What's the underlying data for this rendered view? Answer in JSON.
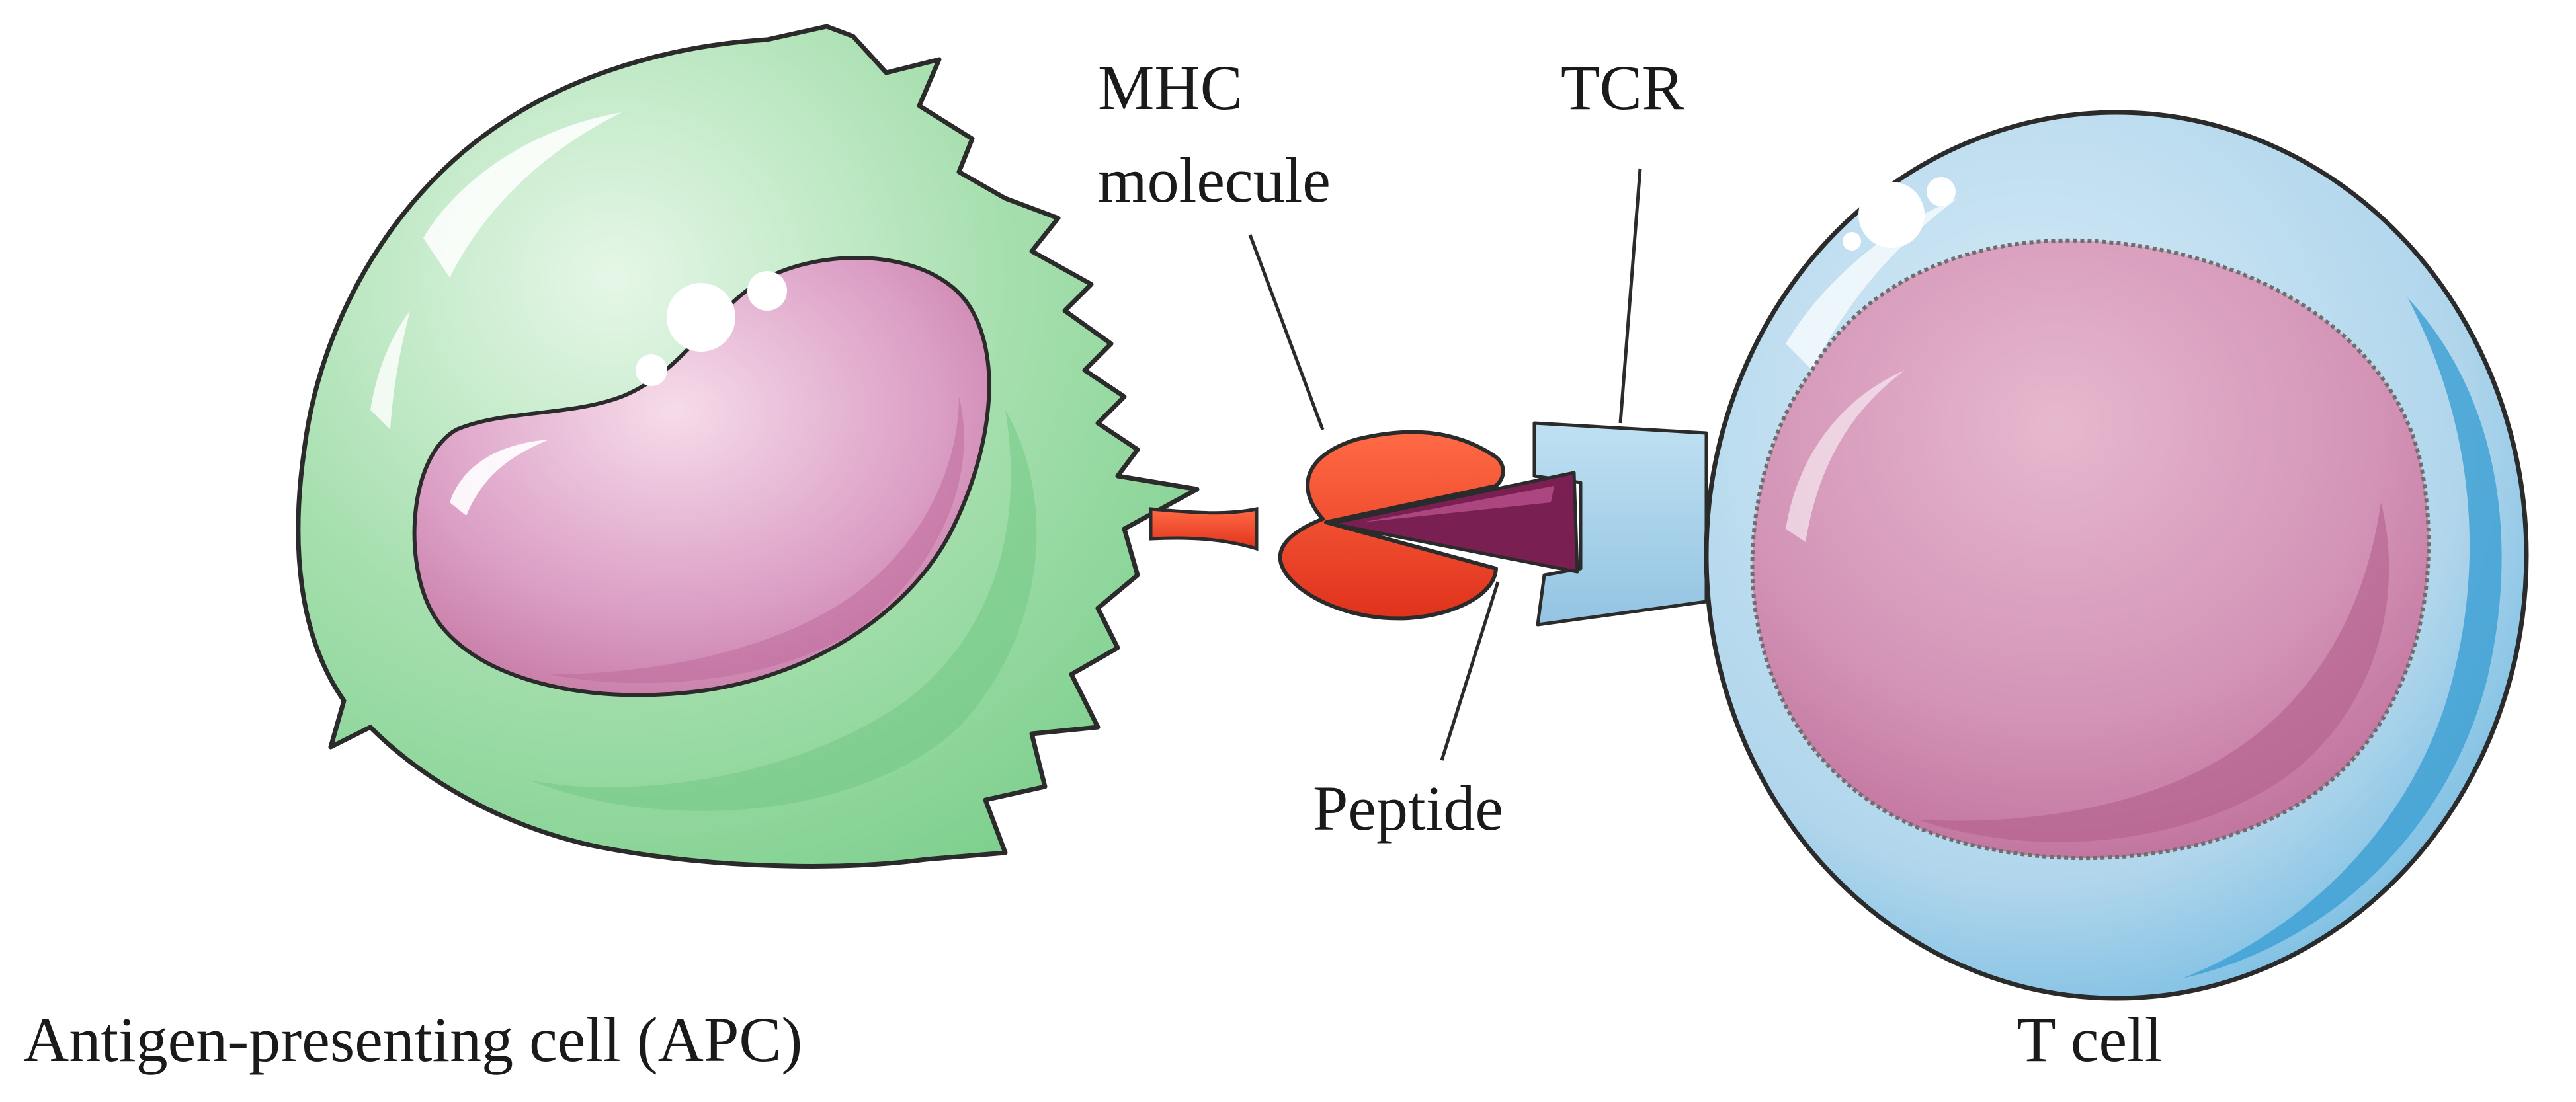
{
  "labels": {
    "mhc_line1": "MHC",
    "mhc_line2": "molecule",
    "tcr": "TCR",
    "peptide": "Peptide",
    "apc": "Antigen-presenting cell (APC)",
    "t_cell": "T cell"
  },
  "colors": {
    "apc_body": "#9fdca8",
    "apc_shadow": "#7ccf8c",
    "nucleus": "#d88fb8",
    "nucleus_light": "#f0c8de",
    "mhc": "#f0462a",
    "peptide": "#7a1f52",
    "tcr": "#a9d1e8",
    "tcell_outer": "#aed4ec",
    "tcell_edge": "#4aa7d6",
    "outline": "#2b2b2b"
  }
}
